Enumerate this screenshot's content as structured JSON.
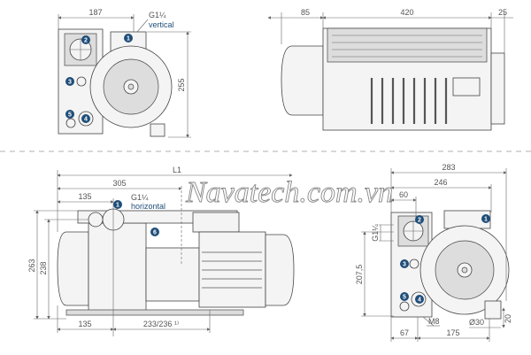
{
  "colors": {
    "badge": "#1f4e79",
    "line": "#666666",
    "watermark_stroke": "#888888"
  },
  "watermark": "Navatech.com.vn",
  "view_front_top": {
    "dims": {
      "width": "187",
      "height": "255"
    },
    "connection": {
      "size": "G1¼",
      "orientation": "vertical"
    },
    "badges": [
      "1",
      "2",
      "3",
      "4",
      "5"
    ]
  },
  "view_side_top": {
    "dims": {
      "left": "85",
      "middle": "420",
      "right": "25"
    }
  },
  "view_side_bottom": {
    "dims": {
      "total": "L1",
      "d305": "305",
      "d135_top": "135",
      "h263": "263",
      "h238": "238",
      "d135_bottom": "135",
      "d233": "233/236 ¹⁾"
    },
    "connection": {
      "size": "G1¼",
      "orientation": "horizontal"
    },
    "badges": [
      "1",
      "6"
    ]
  },
  "view_front_bottom": {
    "dims": {
      "w283": "283",
      "w246": "246",
      "w60": "60",
      "g": "G1¼",
      "h207": "207,5",
      "m8": "M8",
      "d30": "Ø30",
      "h20": "20",
      "w67": "67",
      "w175": "175"
    },
    "badges": [
      "1",
      "2",
      "3",
      "4",
      "5"
    ]
  }
}
